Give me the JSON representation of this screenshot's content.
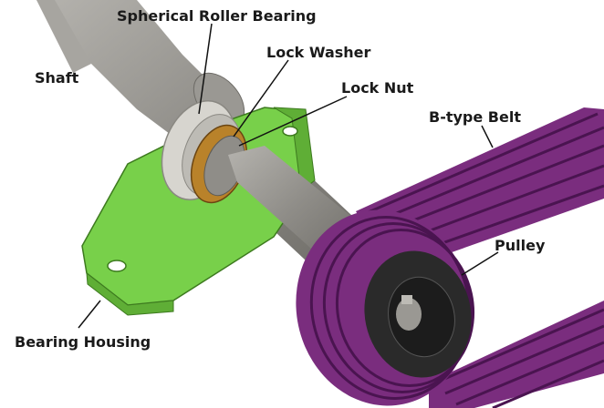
{
  "labels": {
    "shaft": "Shaft",
    "spherical_roller_bearing": "Spherical Roller Bearing",
    "lock_washer": "Lock Washer",
    "lock_nut": "Lock Nut",
    "b_type_belt": "B-type Belt",
    "pulley": "Pulley",
    "bearing_housing": "Bearing Housing"
  },
  "colors": {
    "shaft": "#8f8d88",
    "housing": "#78d04a",
    "bearing": "#d7d5cf",
    "lock_nut": "#b9822a",
    "belt": "#7a2d7e",
    "pulley": "#2a2a2a"
  }
}
